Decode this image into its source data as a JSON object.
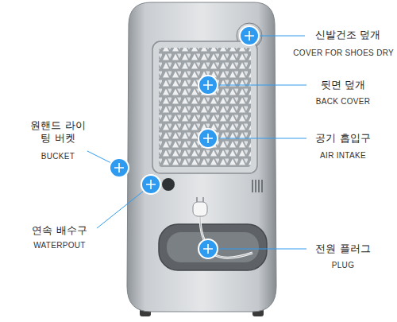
{
  "diagram": {
    "labels": [
      "신발건조 덮개",
      "COVER FOR SHOES DRY",
      "뒷면 덮개",
      "BACK COVER",
      "원핸드 라이팅 버켓",
      "BUCKET",
      "공기 흡입구",
      "AIR INTAKE",
      "연속 배수구",
      "WATERPOUT",
      "전원 플러그",
      "PLUG"
    ]
  }
}
